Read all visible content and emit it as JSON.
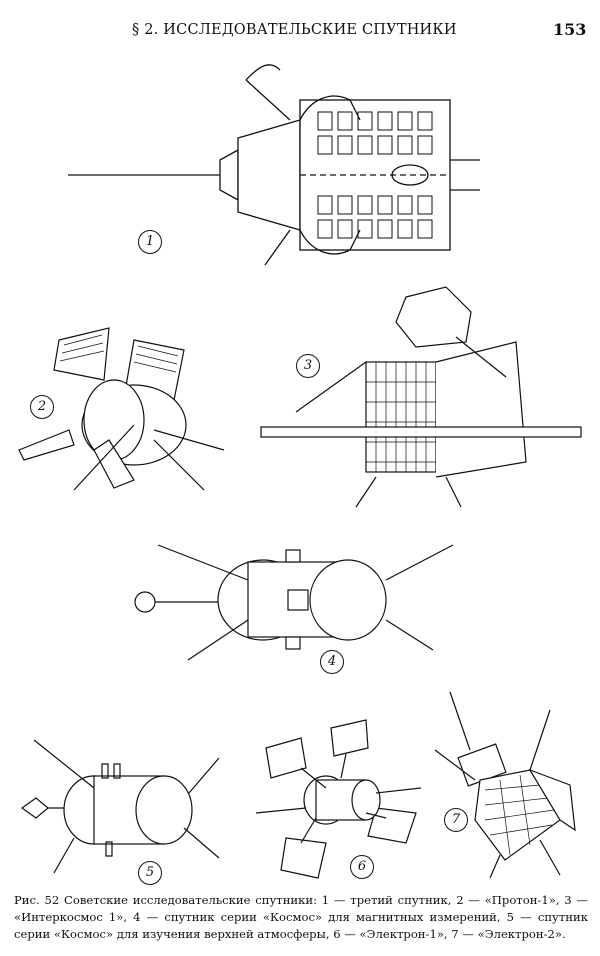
{
  "header": {
    "title": "§ 2. ИССЛЕДОВАТЕЛЬСКИЕ СПУТНИКИ",
    "page_number": "153"
  },
  "figures": [
    {
      "label": "1"
    },
    {
      "label": "2"
    },
    {
      "label": "3"
    },
    {
      "label": "4"
    },
    {
      "label": "5"
    },
    {
      "label": "6"
    },
    {
      "label": "7"
    }
  ],
  "caption": {
    "text": "Рис. 52 Советские исследовательские спутники: 1 — третий спутник, 2 — «Протон-1», 3 — «Интеркосмос 1», 4 — спутник серии «Космос» для магнитных измерений, 5 — спутник серии «Космос» для изучения верхней атмосферы, 6 — «Электрон-1», 7 — «Электрон-2»."
  }
}
